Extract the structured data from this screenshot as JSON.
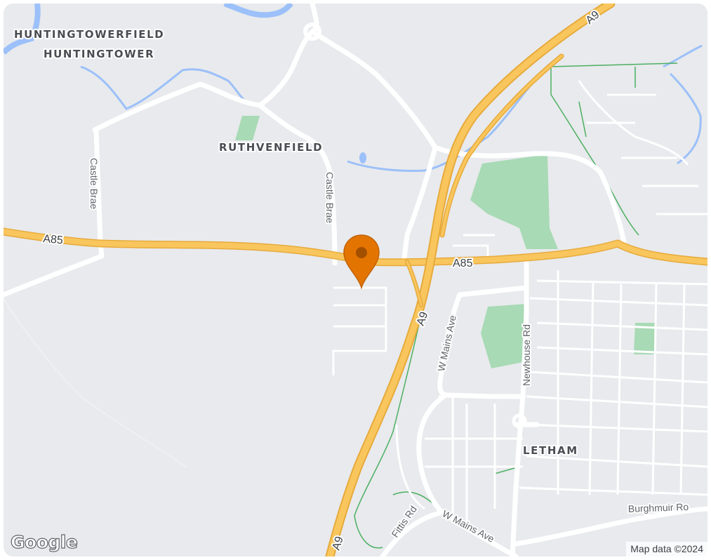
{
  "map": {
    "places": {
      "huntingtowerfield": "HUNTINGTOWERFIELD",
      "huntingtower": "HUNTINGTOWER",
      "ruthvenfield": "RUTHVENFIELD",
      "letham": "LETHAM"
    },
    "roads": {
      "castle_brae_west": "Castle Brae",
      "castle_brae_east": "Castle Brae",
      "a85_west": "A85",
      "a85_east": "A85",
      "a9_north": "A9",
      "a9_middle": "A9",
      "a9_south": "A9",
      "w_mains_ave_north": "W Mains Ave",
      "w_mains_ave_south": "W Mains Ave",
      "newhouse_rd": "Newhouse Rd",
      "fittis_rd": "Fittis Rd",
      "burghmuir_rd": "Burghmuir Ro"
    },
    "logo": "Google",
    "attribution": "Map data ©2024",
    "colors": {
      "land": "#e8eaed",
      "park": "#a8dab5",
      "water": "#9cc0f9",
      "highway": "#f9c65e",
      "highway_casing": "#e7aa3a",
      "road": "#ffffff",
      "marker": "#e37400"
    },
    "marker_icon": "map-pin-icon"
  }
}
